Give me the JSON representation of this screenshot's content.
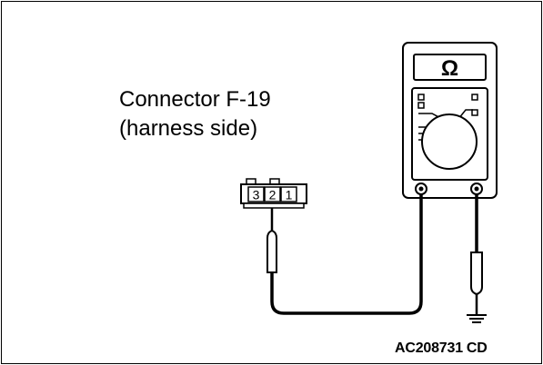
{
  "connector": {
    "title": "Connector F-19",
    "subtitle": "(harness side)",
    "pins": [
      "3",
      "2",
      "1"
    ]
  },
  "meter": {
    "mode_symbol": "Ω",
    "mode_icon": "ohm-symbol-icon"
  },
  "figure": {
    "code": "AC208731",
    "suffix": "CD"
  },
  "icons": [
    "multimeter-icon",
    "test-probe-icon",
    "ground-symbol-icon",
    "connector-icon"
  ],
  "colors": {
    "line": "#000000",
    "background": "#ffffff",
    "meter_panel": "#ffffff"
  }
}
